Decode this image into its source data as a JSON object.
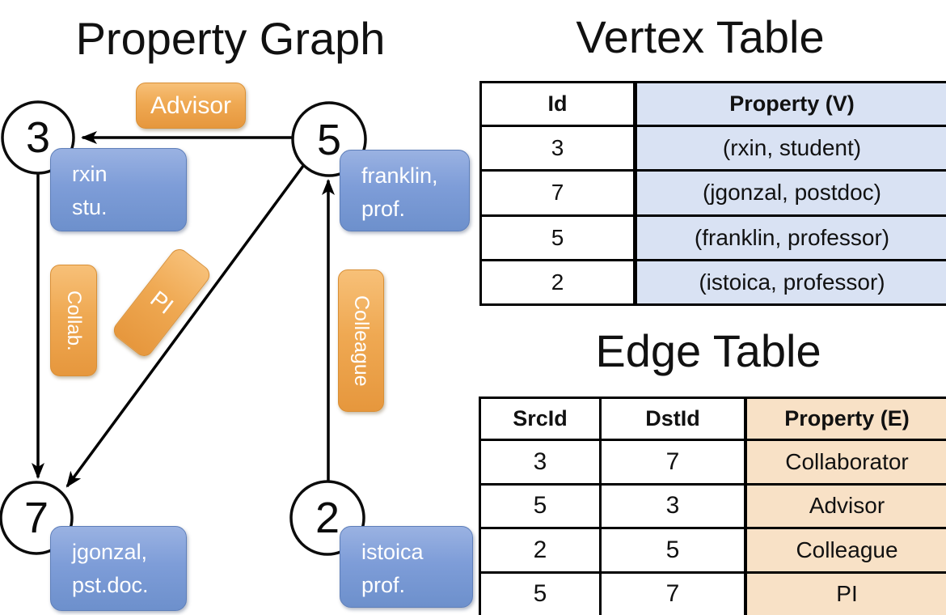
{
  "graph": {
    "title": "Property Graph",
    "nodes": [
      {
        "id": "3",
        "property_lines": [
          "rxin",
          "stu."
        ]
      },
      {
        "id": "5",
        "property_lines": [
          "franklin,",
          "prof."
        ]
      },
      {
        "id": "7",
        "property_lines": [
          "jgonzal,",
          "pst.doc."
        ]
      },
      {
        "id": "2",
        "property_lines": [
          "istoica",
          "prof."
        ]
      }
    ],
    "edges": [
      {
        "label": "Advisor",
        "src": "5",
        "dst": "3"
      },
      {
        "label": "Collab.",
        "src": "3",
        "dst": "7"
      },
      {
        "label": "PI",
        "src": "5",
        "dst": "7"
      },
      {
        "label": "Colleague",
        "src": "2",
        "dst": "5"
      }
    ]
  },
  "vertex_table": {
    "title": "Vertex Table",
    "columns": [
      "Id",
      "Property (V)"
    ],
    "rows": [
      [
        "3",
        "(rxin, student)"
      ],
      [
        "7",
        "(jgonzal, postdoc)"
      ],
      [
        "5",
        "(franklin, professor)"
      ],
      [
        "2",
        "(istoica, professor)"
      ]
    ]
  },
  "edge_table": {
    "title": "Edge Table",
    "columns": [
      "SrcId",
      "DstId",
      "Property (E)"
    ],
    "rows": [
      [
        "3",
        "7",
        "Collaborator"
      ],
      [
        "5",
        "3",
        "Advisor"
      ],
      [
        "2",
        "5",
        "Colleague"
      ],
      [
        "5",
        "7",
        "PI"
      ]
    ]
  },
  "colors": {
    "orange_accent": "#EFA953",
    "blue_accent": "#7E9DD8",
    "vertex_cell_bg": "#D9E2F3",
    "edge_cell_bg": "#F8E1C6",
    "line": "#000000"
  }
}
